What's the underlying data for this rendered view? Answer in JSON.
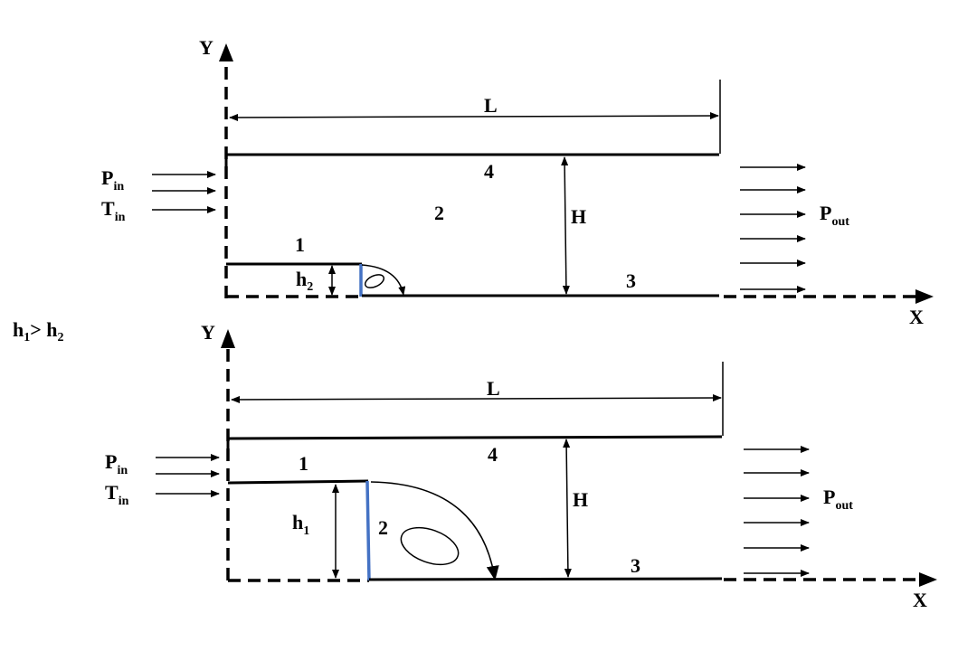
{
  "relation": {
    "main": "h",
    "sub1": "1",
    "op": "> ",
    "main2": "h",
    "sub2": "2"
  },
  "top": {
    "y_axis": "Y",
    "x_axis": "X",
    "length": "L",
    "height": "H",
    "step": {
      "main": "h",
      "sub": "2"
    },
    "inlet_p": {
      "main": "P",
      "sub": "in"
    },
    "inlet_t": {
      "main": "T",
      "sub": "in"
    },
    "outlet_p": {
      "main": "P",
      "sub": "out"
    },
    "region_1": "1",
    "region_2": "2",
    "region_3": "3",
    "region_4": "4"
  },
  "bottom": {
    "y_axis": "Y",
    "x_axis": "X",
    "length": "L",
    "height": "H",
    "step": {
      "main": "h",
      "sub": "1"
    },
    "inlet_p": {
      "main": "P",
      "sub": "in"
    },
    "inlet_t": {
      "main": "T",
      "sub": "in"
    },
    "outlet_p": {
      "main": "P",
      "sub": "out"
    },
    "region_1": "1",
    "region_2": "2",
    "region_3": "3",
    "region_4": "4"
  },
  "colors": {
    "step_wall": "#4472c4",
    "lines": "#000000"
  }
}
